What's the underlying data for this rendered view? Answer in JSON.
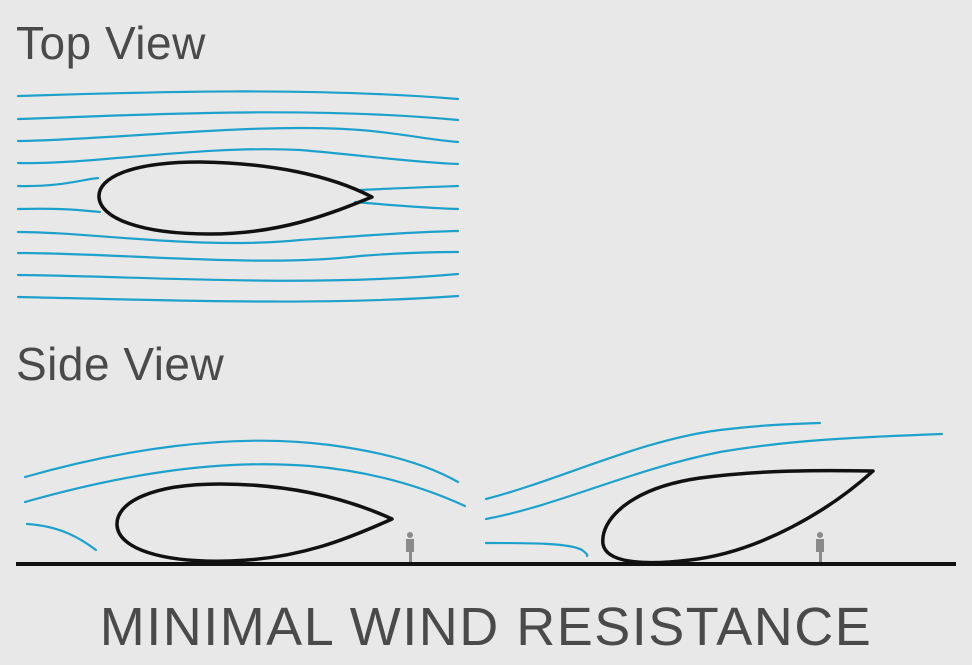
{
  "top_view": {
    "label": "Top View"
  },
  "side_view": {
    "label": "Side View"
  },
  "caption": "MINIMAL WIND RESISTANCE",
  "colors": {
    "background": "#e8e8e8",
    "streamline": "#1ea0cc",
    "outline": "#111111",
    "text": "#4a4a4a",
    "person": "#8a8a8a"
  },
  "icons": [
    "person-scale-figure"
  ]
}
